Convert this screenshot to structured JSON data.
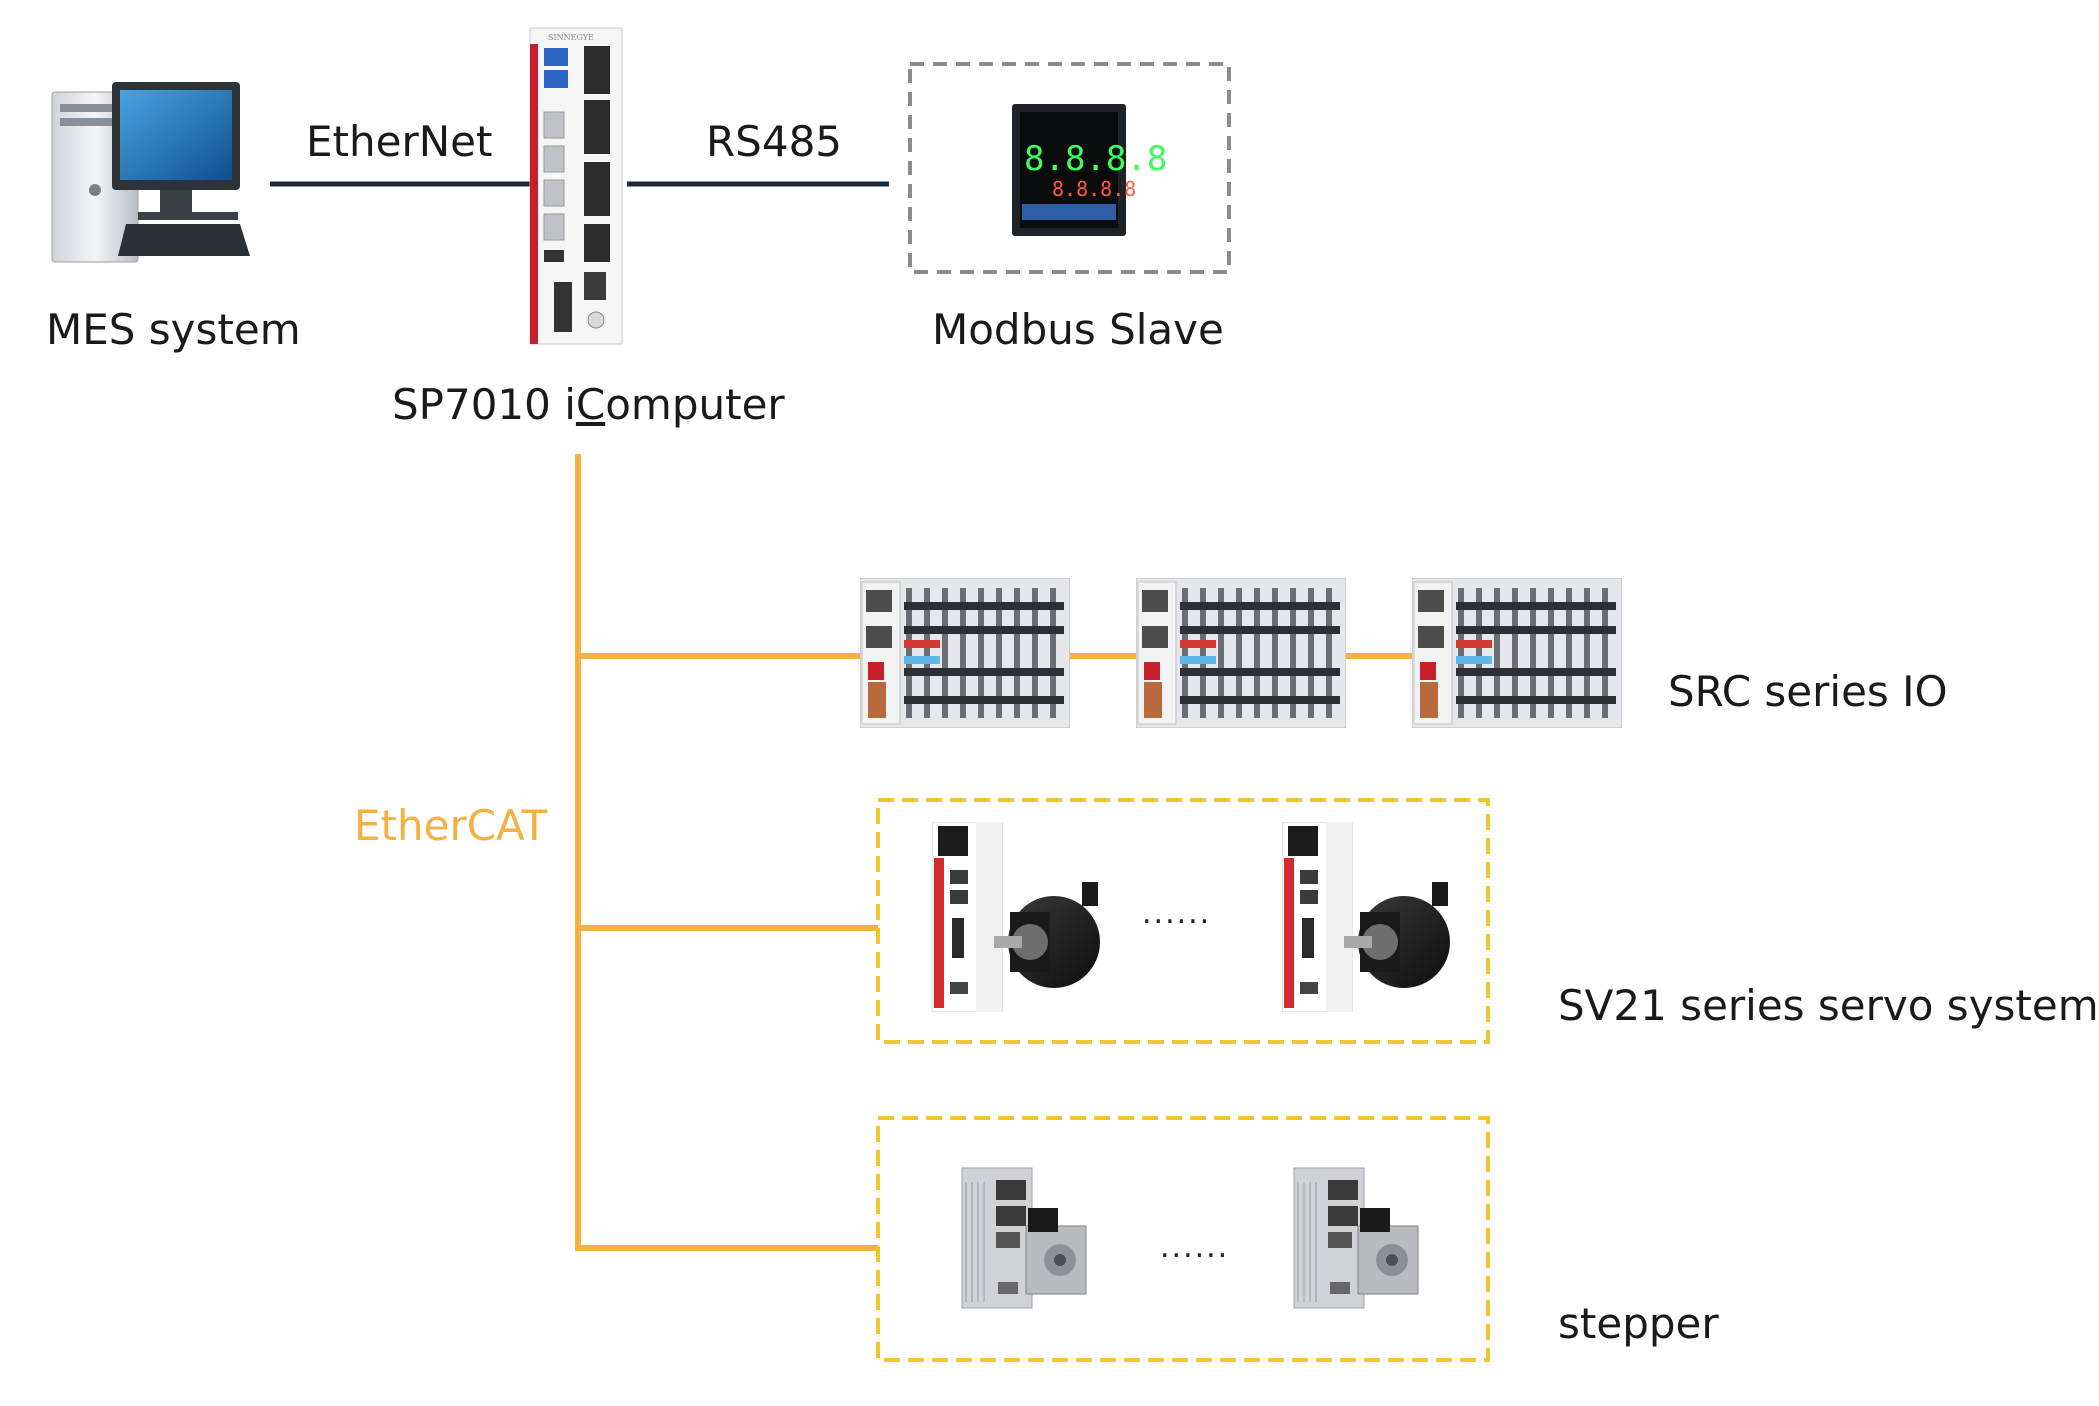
{
  "nodes": {
    "mes": {
      "label": "MES system",
      "icon": "desktop-computer-icon"
    },
    "controller": {
      "label_prefix": "SP7010 i",
      "label_underlined": "C",
      "label_suffix": "omputer",
      "brand_mark": "SINNEGYE",
      "icon": "controller-icon"
    },
    "modbus": {
      "label": "Modbus Slave",
      "icon": "temperature-controller-icon",
      "display_top": "8.8.8.8",
      "display_bottom": "8.8.8.8"
    },
    "io": {
      "label": "SRC series IO",
      "icon": "io-module-icon",
      "count": 3
    },
    "servo": {
      "label": "SV21 series servo system",
      "icon": "servo-drive-motor-icon",
      "ellipsis": "......"
    },
    "stepper": {
      "label": "stepper",
      "icon": "stepper-drive-motor-icon",
      "ellipsis": "......"
    }
  },
  "links": {
    "ethernet": {
      "label": "EtherNet",
      "color": "#1f2a36"
    },
    "rs485": {
      "label": "RS485",
      "color": "#1f2a36"
    },
    "ethercat": {
      "label": "EtherCAT",
      "color": "#f5b041"
    }
  },
  "colors": {
    "bus": "#f5b041",
    "group_border": "#f2c530",
    "modbus_border": "#8c8c8c",
    "brand_red": "#c8202a"
  }
}
